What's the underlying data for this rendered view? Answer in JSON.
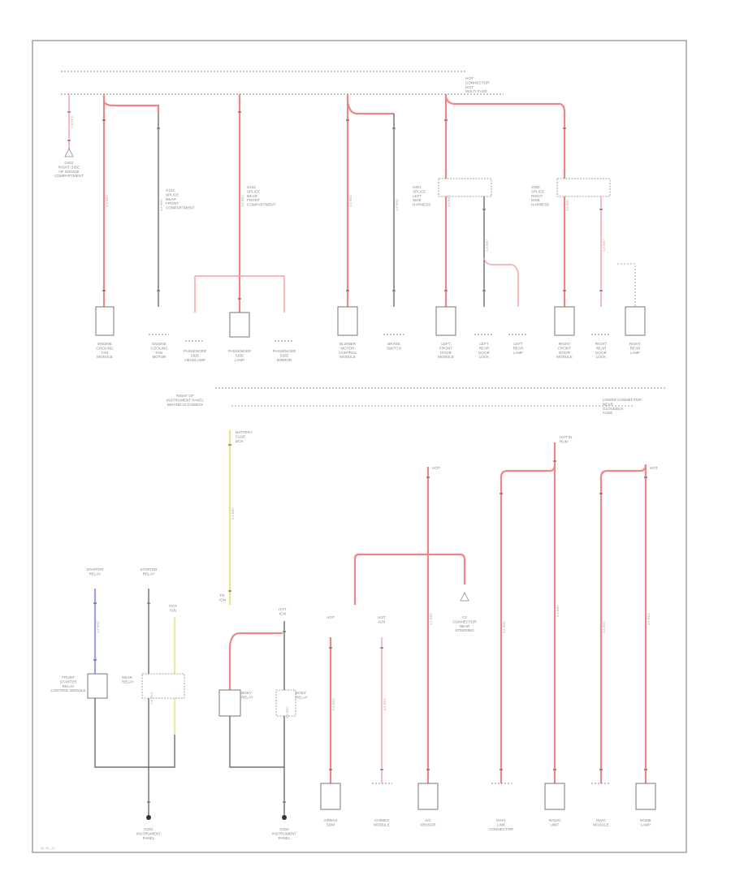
{
  "diagram": {
    "labels": {
      "top_bus_note": "HOT\nCONNECTOR\nHOT\nMULTI FUSE",
      "c1_ground": "G402\nRIGHT SIDE\nOF ENGINE\nCOMPARTMENT",
      "c1_comp": "ENGINE\nCOOLING\nFAN\nMODULE",
      "c2_comp": "ENGINE\nCOOLING\nFAN\nMOTOR",
      "c3_splice": "S122\nSPLICE\nNEAR\nFRONT\nCOMPARTMENT",
      "c3_left": "PASSENGER\nSIDE\nHEADLAMP",
      "c3_mid": "PASSENGER\nSIDE\nLAMP",
      "c3_right": "PASSENGER\nSIDE\nMIRROR",
      "c4_comp": "BLOWER\nMOTOR\nCONTROL\nMODULE",
      "c5_comp": "BRAKE\nSWITCH",
      "left_splice": "S301\nSPLICE\nLEFT\nSIDE\nHARNESS",
      "right_splice": "S302\nSPLICE\nRIGHT\nSIDE\nHARNESS",
      "l1": "LEFT\nFRONT\nDOOR\nMODULE",
      "l2": "LEFT\nREAR\nDOOR\nLOCK",
      "l3": "LEFT\nREAR\nLAMP",
      "r1": "RIGHT\nFRONT\nDOOR\nMODULE",
      "r2": "RIGHT\nREAR\nDOOR\nLOCK",
      "r3": "RIGHT\nREAR\nLAMP",
      "lower_bus_left": "RIGHT OF\nINSTRUMENT PANEL\nBEHIND GLOVEBOX",
      "lower_bus_right": "LOWER CONNECTOR\nNEAR\nGLOVEBOX\nFUSE",
      "yellow_top": "BATTERY\nFUSE\nBOX",
      "yellow_bottom": "TO\nIGN",
      "blue_label": "STARTER\nRELAY",
      "black_label": "STARTER\nRELAY",
      "relay1": "FRONT\nSTARTER\nRELAY\nCONTROL MODULE",
      "relay2": "REAR\nRELAY",
      "small_hot": "HOT\nIGN",
      "relay3": "BODY\nRELAY",
      "relay4": "BODY\nRELAY",
      "ground_left": "G201\nINSTRUMENT\nPANEL",
      "ground_right": "G202\nINSTRUMENT\nPANEL",
      "k1_top": "HOT",
      "k2_top": "HOT\nIGN",
      "k3_top": "HOT",
      "k_conn": "C2\nCONNECTOR\nNEAR\nSTEERING",
      "hot_run": "HOT IN\nRUN",
      "b1": "AIRBAG\nSDM",
      "b2": "CHIMES\nMODULE",
      "b3": "A/C\nSENSOR",
      "b4": "DATA\nLINK\nCONNECTOR",
      "b5": "RADIO\nUNIT",
      "b6": "HVAC\nMODULE",
      "b7": "DOME\nLAMP"
    },
    "wire_code": "0.8 RED",
    "footer_code": "W_S1_17"
  }
}
